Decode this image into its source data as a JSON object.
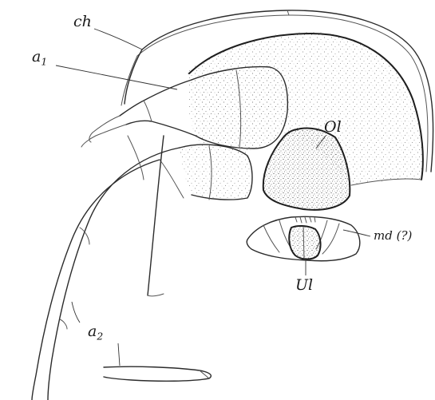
{
  "labels": {
    "ch": "ch",
    "a1_base": "a",
    "a1_sub": "1",
    "ol": "Ol",
    "md": "md (?)",
    "ul": "Ul",
    "a2_base": "a",
    "a2_sub": "2"
  }
}
